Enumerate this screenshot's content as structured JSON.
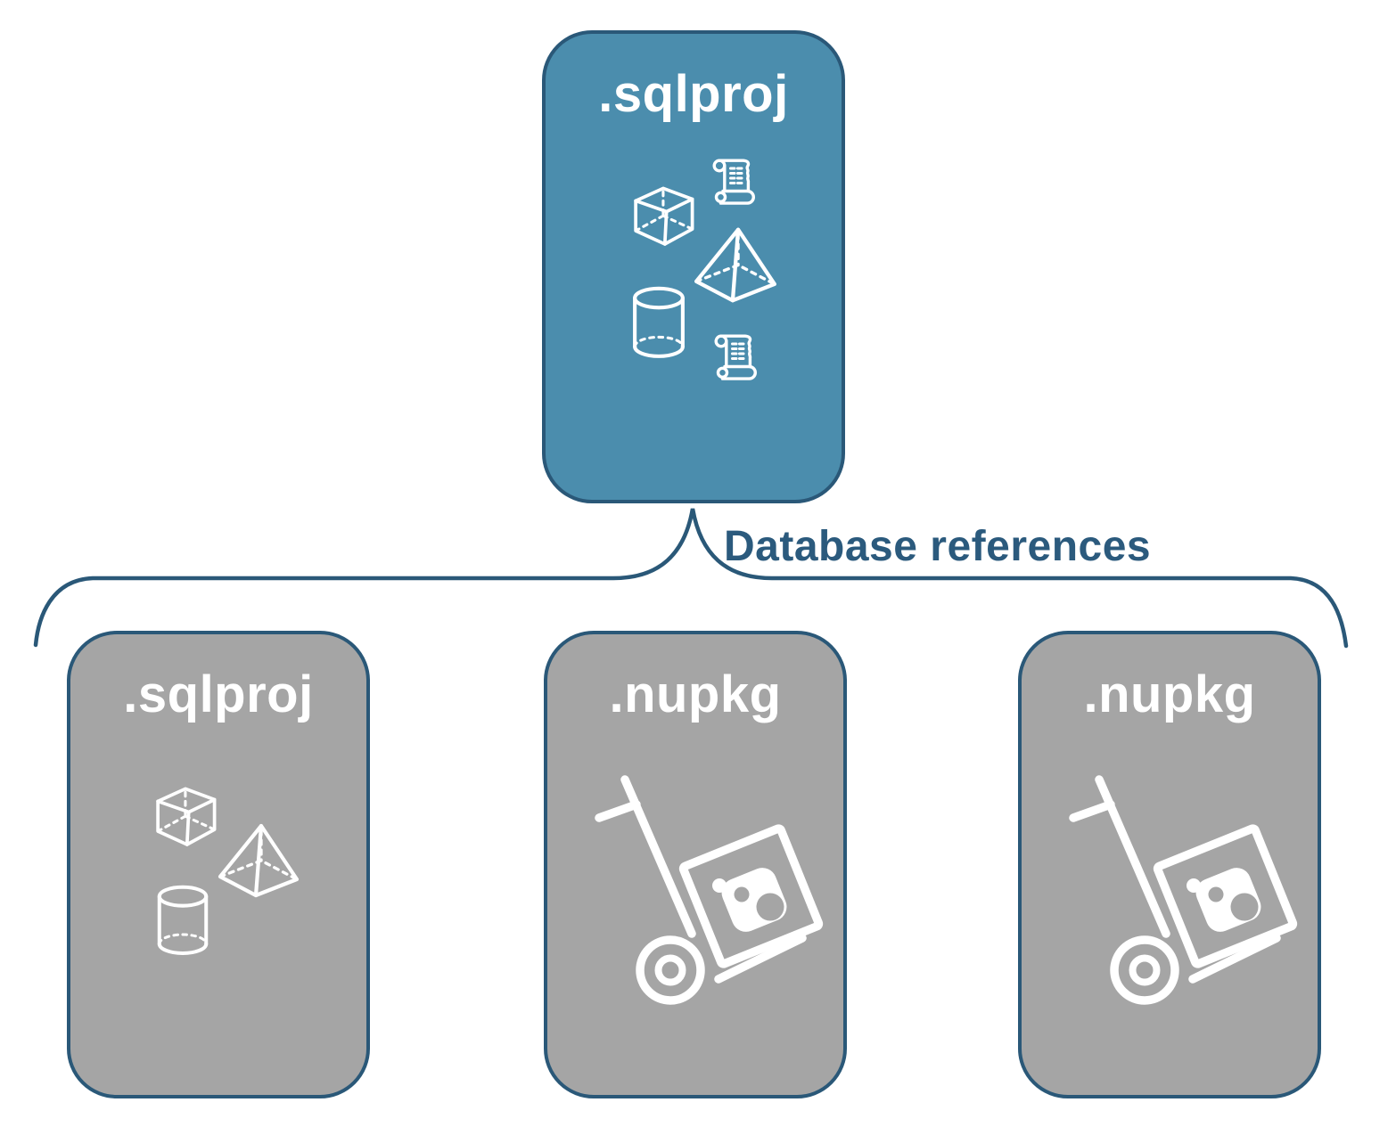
{
  "diagram": {
    "root_card": {
      "label": ".sqlproj",
      "fill": "#4b8dad",
      "icons": [
        "cube-icon",
        "script-scroll-icon",
        "pyramid-icon",
        "cylinder-icon",
        "script-scroll-icon"
      ]
    },
    "connector": {
      "label": "Database references",
      "color": "#2b5a7d"
    },
    "child_cards": [
      {
        "label": ".sqlproj",
        "fill": "#a5a5a5",
        "icons": [
          "cube-icon",
          "pyramid-icon",
          "cylinder-icon"
        ]
      },
      {
        "label": ".nupkg",
        "fill": "#a5a5a5",
        "icons": [
          "hand-truck-package-icon"
        ]
      },
      {
        "label": ".nupkg",
        "fill": "#a5a5a5",
        "icons": [
          "hand-truck-package-icon"
        ]
      }
    ],
    "colors": {
      "border": "#2a5878",
      "icon": "#ffffff",
      "background": "#ffffff"
    }
  }
}
